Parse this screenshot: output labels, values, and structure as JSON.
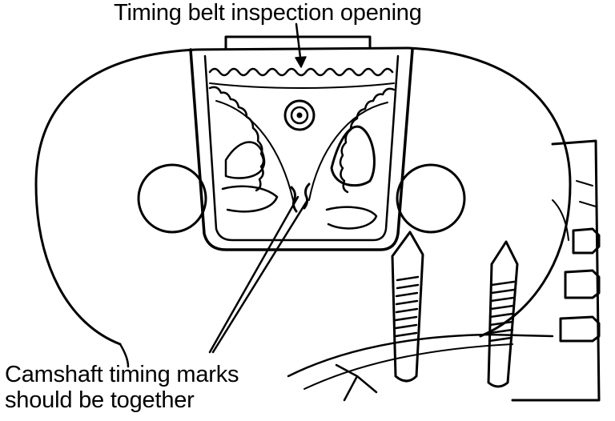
{
  "figure": {
    "callouts": {
      "inspection_opening": "Timing belt inspection opening",
      "timing_marks_line1": "Camshaft timing marks",
      "timing_marks_line2": "should be together"
    },
    "colors": {
      "ink": "#000000",
      "paper": "#ffffff"
    }
  }
}
